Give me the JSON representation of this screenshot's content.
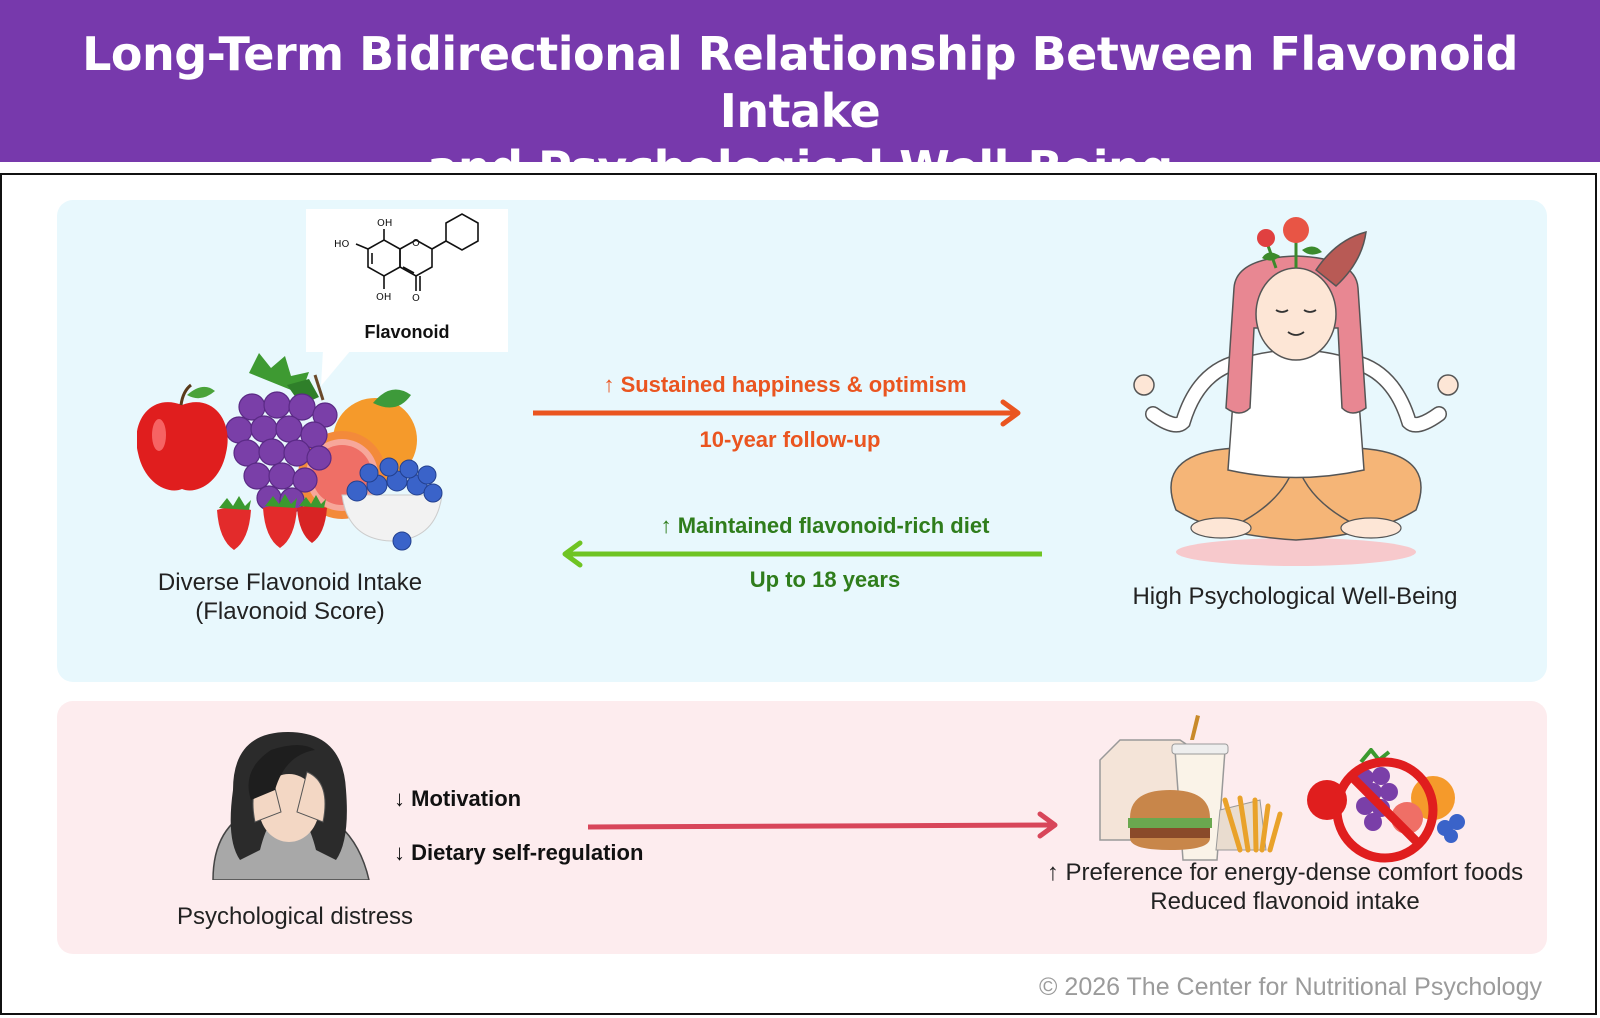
{
  "header": {
    "title_line1": "Long-Term Bidirectional Relationship Between Flavonoid Intake",
    "title_line2": "and Psychological Well-Being"
  },
  "top_panel": {
    "flavonoid_callout": {
      "label": "Flavonoid",
      "molecule_labels": [
        "OH",
        "HO",
        "OH",
        "O",
        "O"
      ]
    },
    "left_caption_line1": "Diverse Flavonoid Intake",
    "left_caption_line2": "(Flavonoid Score)",
    "right_caption": "High Psychological Well-Being",
    "forward_arrow": {
      "label_above": "↑ Sustained happiness & optimism",
      "label_below": "10-year follow-up",
      "color": "#ea5520"
    },
    "backward_arrow": {
      "label_above": "↑ Maintained flavonoid-rich diet",
      "label_below": "Up to 18 years",
      "color": "#6fc423"
    }
  },
  "bottom_panel": {
    "left_caption": "Psychological distress",
    "effects": [
      "↓ Motivation",
      "↓ Dietary self-regulation"
    ],
    "arrow_color": "#d8465a",
    "right_caption_line1": "↑ Preference for energy-dense comfort foods",
    "right_caption_line2": "Reduced flavonoid intake"
  },
  "footer": {
    "copyright": "© 2026 The Center for Nutritional Psychology"
  },
  "colors": {
    "header_bg": "#7739ac",
    "top_panel_bg": "#e8f8fd",
    "bottom_panel_bg": "#fdecee"
  }
}
